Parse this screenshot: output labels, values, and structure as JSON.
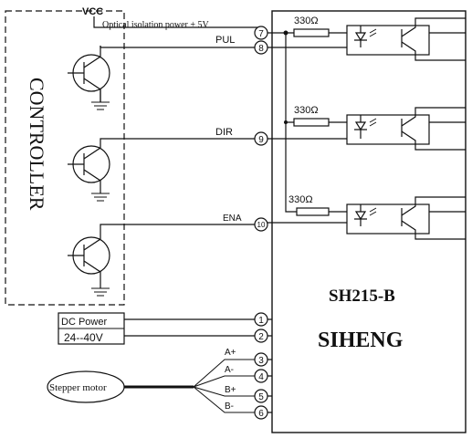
{
  "controller": {
    "label": "CONTROLLER",
    "vcc_label": "VCC",
    "power_label": "Optical isolation power + 5V"
  },
  "signals": [
    {
      "name": "PUL",
      "pin": "8"
    },
    {
      "name": "DIR",
      "pin": "9"
    },
    {
      "name": "ENA",
      "pin": "10"
    }
  ],
  "power_pin": "7",
  "resistors": [
    "330Ω",
    "330Ω",
    "330Ω"
  ],
  "dc_power": {
    "label": "DC Power",
    "range": "24--40V",
    "pins": [
      "1",
      "2"
    ]
  },
  "motor": {
    "label": "Stepper motor",
    "phases": [
      {
        "name": "A+",
        "pin": "3"
      },
      {
        "name": "A-",
        "pin": "4"
      },
      {
        "name": "B+",
        "pin": "5"
      },
      {
        "name": "B-",
        "pin": "6"
      }
    ]
  },
  "driver": {
    "model": "SH215-B",
    "brand": "SIHENG"
  }
}
